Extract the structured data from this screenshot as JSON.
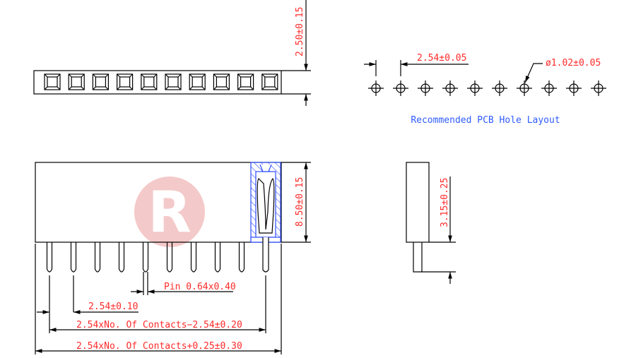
{
  "colors": {
    "dimension": "#ff2a2a",
    "outline": "#000000",
    "section": "#2f4dff",
    "label": "#2f5bff",
    "watermark": "#f3c4c4"
  },
  "top_view": {
    "contacts": 10,
    "height_dim": "2.50±0.15"
  },
  "pcb_layout": {
    "holes": 10,
    "pitch_dim": "2.54±0.05",
    "hole_dim": "ø1.02±0.05",
    "title": "Recommended PCB Hole Layout"
  },
  "front_view": {
    "contacts": 10,
    "height_dim": "8.50±0.15",
    "pin_dim": "Pin 0.64x0.40",
    "pitch_dim": "2.54±0.10",
    "span_dim": "2.54xNo. Of Contacts−2.54±0.20",
    "length_dim": "2.54xNo. Of Contacts+0.25±0.30"
  },
  "side_view": {
    "height_dim": "3.15±0.25"
  },
  "watermark": {
    "letter": "R"
  }
}
